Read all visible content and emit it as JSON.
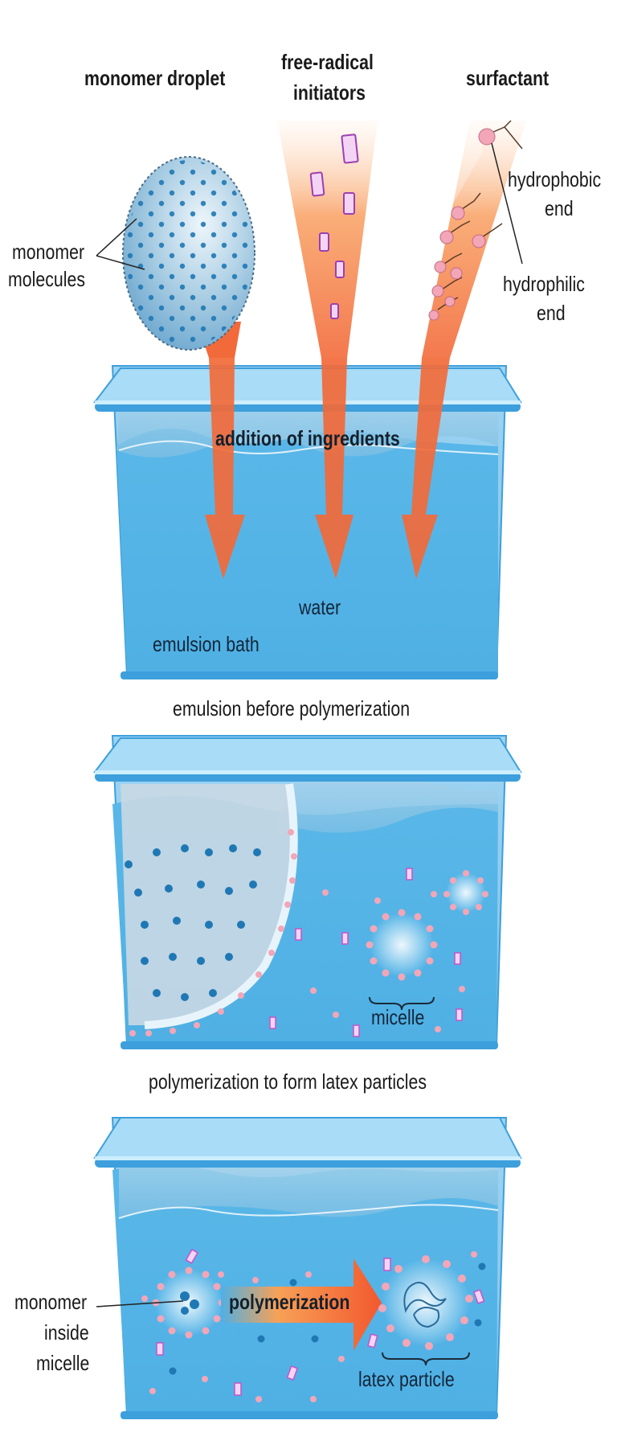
{
  "ingredients": {
    "monomer_droplet": "monomer droplet",
    "free_radical_line1": "free-radical",
    "free_radical_line2": "initiators",
    "surfactant": "surfactant",
    "monomer_molecules_line1": "monomer",
    "monomer_molecules_line2": "molecules",
    "hydrophobic_line1": "hydrophobic",
    "hydrophobic_line2": "end",
    "hydrophilic_line1": "hydrophilic",
    "hydrophilic_line2": "end"
  },
  "stage1": {
    "addition": "addition of ingredients",
    "water": "water",
    "bath": "emulsion bath",
    "caption": "emulsion before polymerization"
  },
  "stage2": {
    "micelle": "micelle",
    "caption": "polymerization to form latex particles"
  },
  "stage3": {
    "monomer_inside_line1": "monomer",
    "monomer_inside_line2": "inside",
    "monomer_inside_line3": "micelle",
    "polymerization": "polymerization",
    "latex_particle": "latex particle"
  },
  "colors": {
    "water": "#55b4e6",
    "tank_rim": "#3d9fdc",
    "arrow_orange": "#f26a3a",
    "surfactant_head": "#f2a6b8",
    "monomer_dot": "#1f78b4",
    "initiator": "#c455c8"
  }
}
